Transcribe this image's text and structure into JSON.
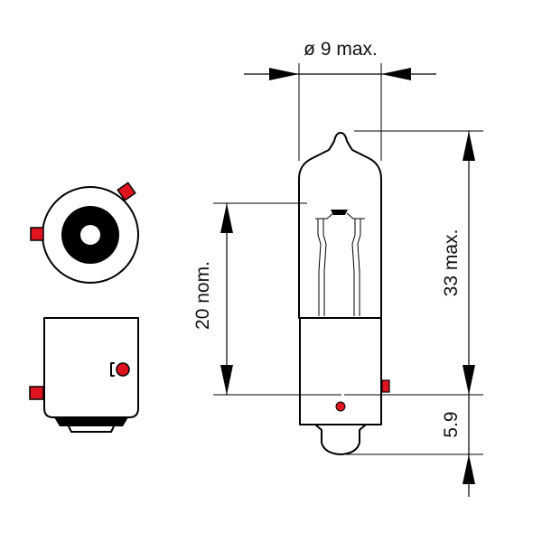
{
  "dimensions": {
    "diameter_label": "ø 9 max.",
    "total_height_label": "33 max.",
    "light_center_label": "20 nom.",
    "pin_height_label": "5.9"
  },
  "colors": {
    "line": "#000000",
    "pin_accent": "#e0141e",
    "background": "#ffffff"
  }
}
